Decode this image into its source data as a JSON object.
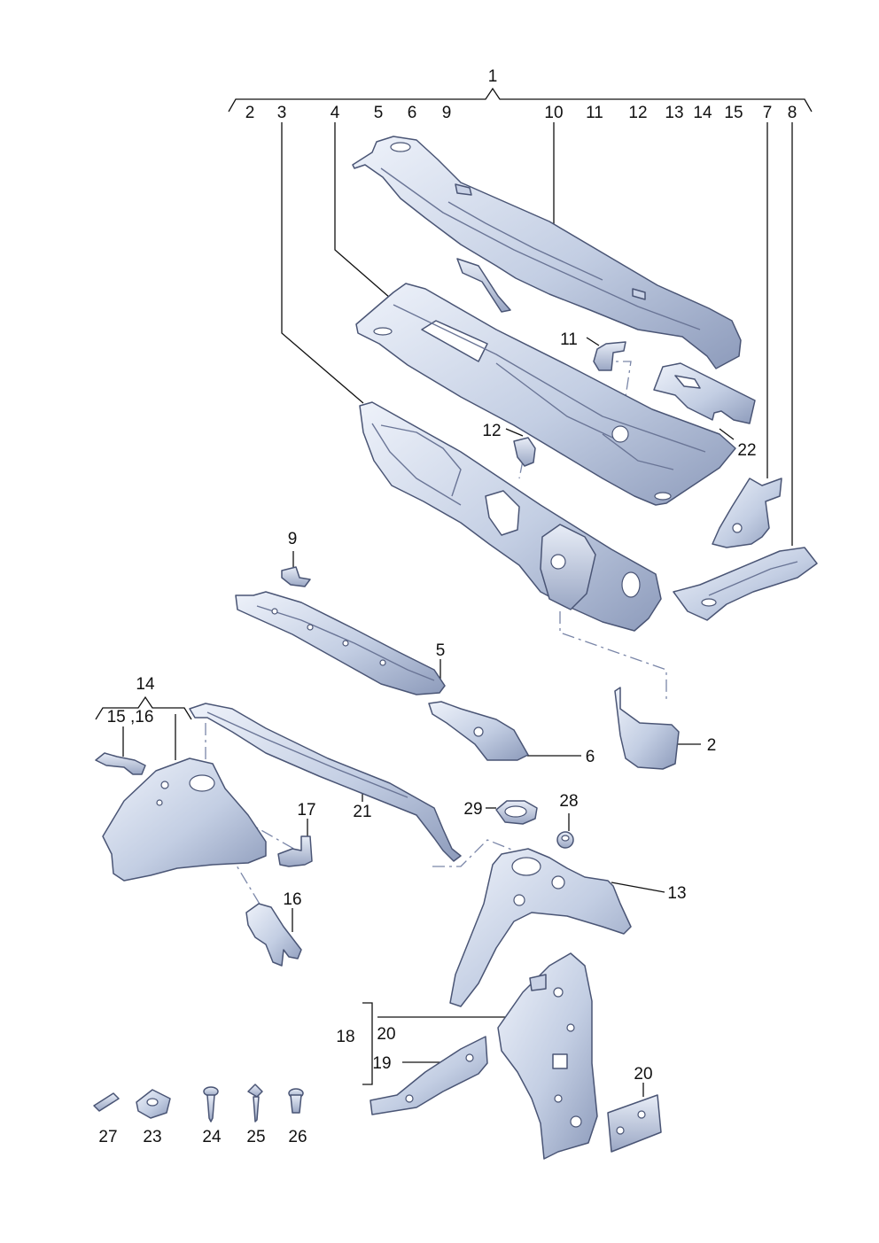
{
  "colors": {
    "part_light": "#dfe6f3",
    "part_mid": "#b9c5dc",
    "part_dark": "#8593b3",
    "outline": "#4a5575",
    "line": "#111111"
  },
  "labels": {
    "p1": "1",
    "p2": "2",
    "p3": "3",
    "p4": "4",
    "p5": "5",
    "p6": "6",
    "p7": "7",
    "p8": "8",
    "p9": "9",
    "p10": "10",
    "p11": "11",
    "p12": "12",
    "p13": "13",
    "p14": "14",
    "p15": "15",
    "p15_16": "15 ,16",
    "p16": "16",
    "p17": "17",
    "p18": "18",
    "p19": "19",
    "p20": "20",
    "p21": "21",
    "p22": "22",
    "p23": "23",
    "p24": "24",
    "p25": "25",
    "p26": "26",
    "p27": "27",
    "p28": "28",
    "p29": "29"
  }
}
